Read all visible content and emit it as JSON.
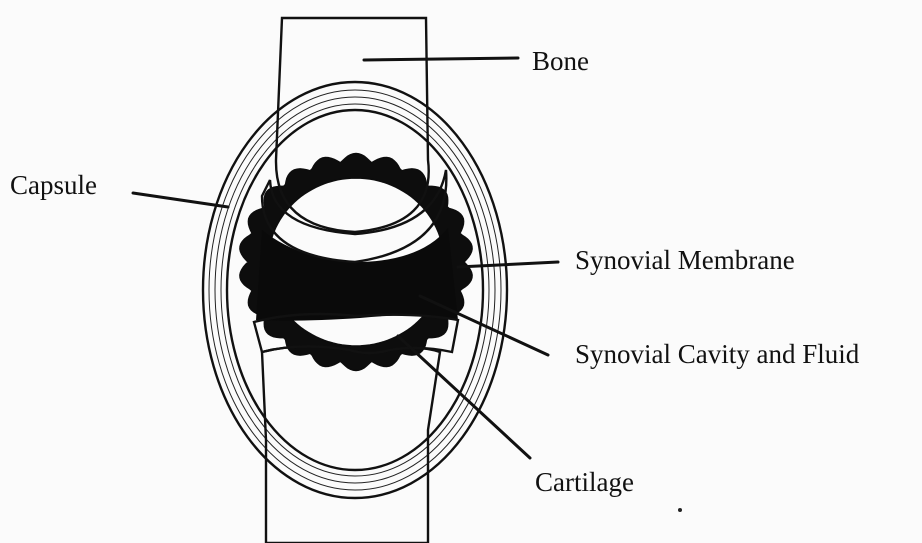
{
  "diagram": {
    "labels": {
      "bone": "Bone",
      "capsule": "Capsule",
      "synovial_membrane": "Synovial Membrane",
      "synovial_cavity": "Synovial Cavity and Fluid",
      "cartilage": "Cartilage"
    }
  }
}
